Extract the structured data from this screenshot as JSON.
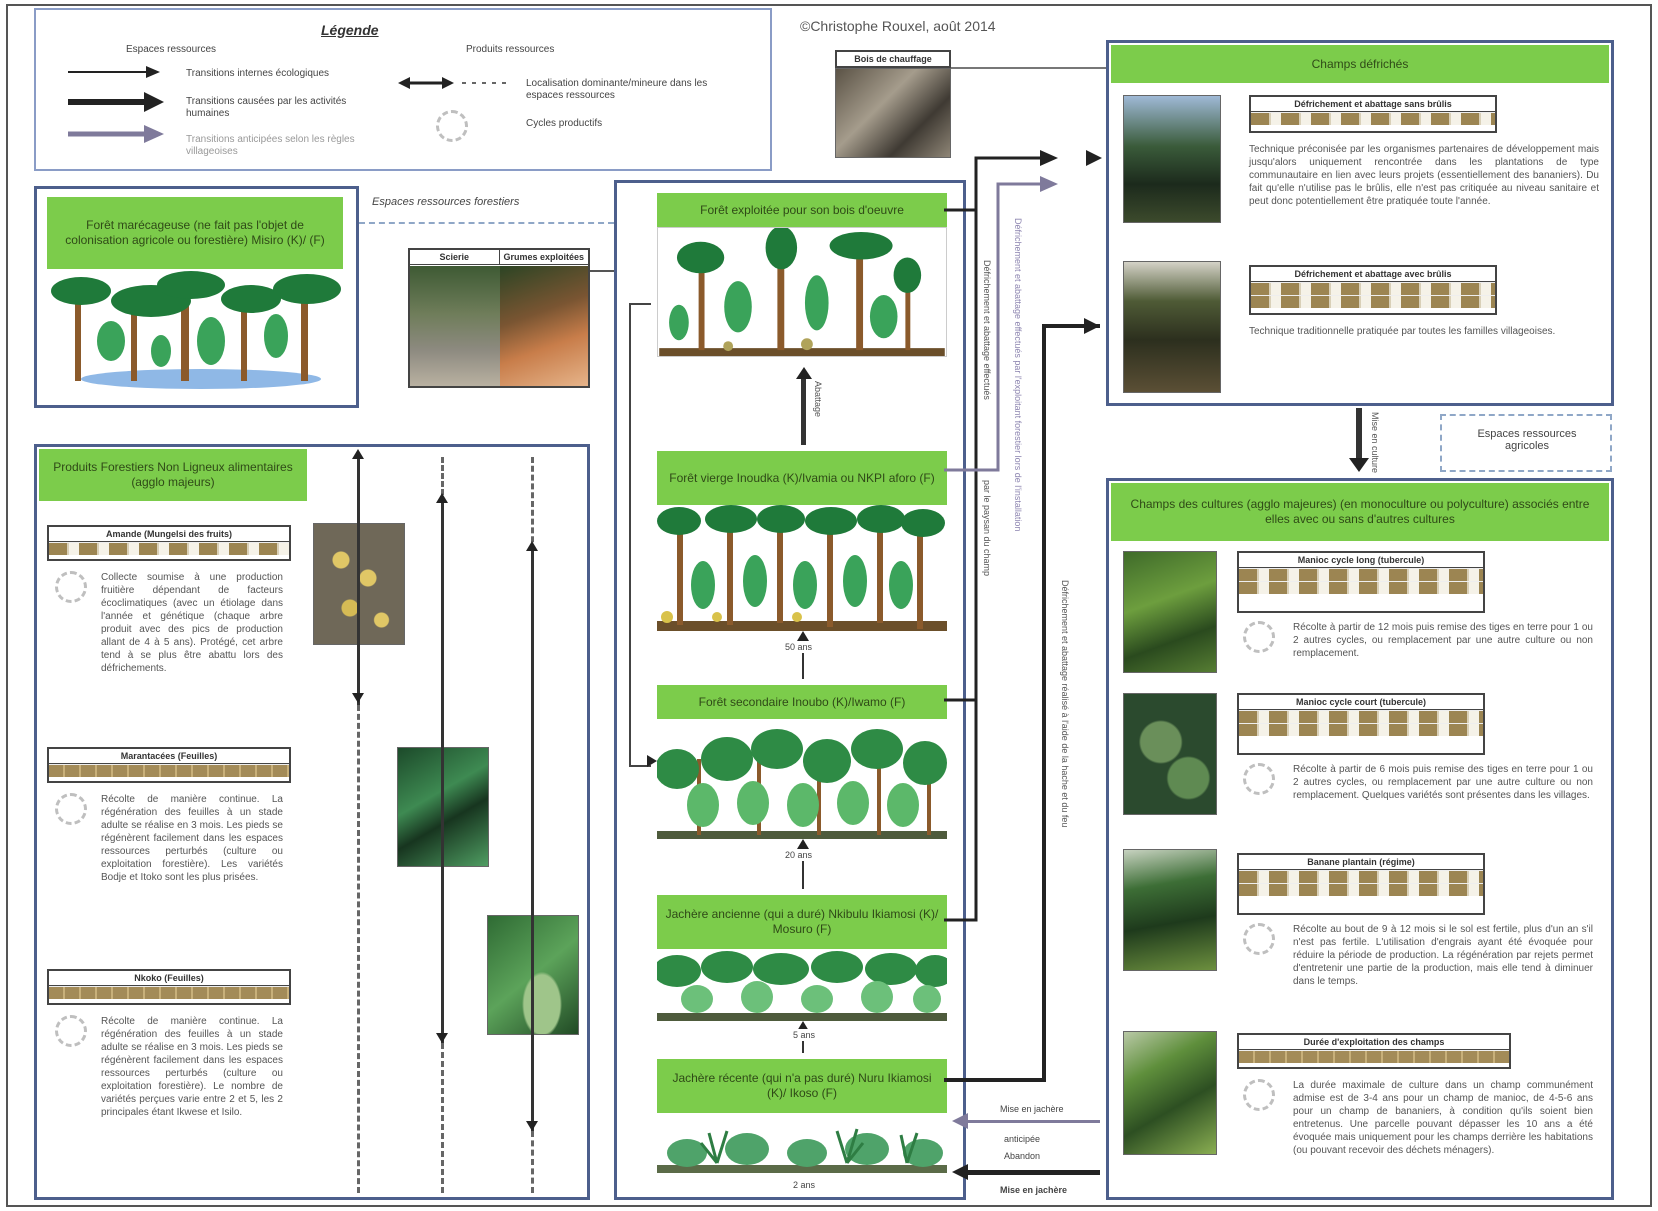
{
  "copyright": "©Christophe Rouxel, août 2014",
  "legend": {
    "title": "Légende",
    "col1_head": "Espaces ressources",
    "col2_head": "Produits ressources",
    "items": [
      "Transitions internes écologiques",
      "Transitions causées par les activités humaines",
      "Transitions anticipées selon les règles villageoises"
    ],
    "dashed_label": "Localisation dominante/mineure dans les espaces ressources",
    "cycle_label": "Cycles productifs"
  },
  "wood_label": "Bois de chauffage",
  "forest_left": {
    "title": "Forêt marécageuse (ne fait pas l'objet de colonisation agricole ou forestière) Misiro (K)/ (F)",
    "link_label": "Espaces ressources forestiers"
  },
  "exploit_photos": [
    "Scierie",
    "Grumes exploitées"
  ],
  "pfnl": {
    "title": "Produits Forestiers Non Ligneux alimentaires (agglo majeurs)",
    "items": [
      {
        "name": "Amande (Mungelsi des fruits)",
        "text": "Collecte soumise à une production fruitière dépendant de facteurs écoclimatiques (avec un étiolage dans l'année et génétique (chaque arbre produit avec des pics de production allant de 4 à 5 ans). Protégé, cet arbre tend à se plus être abattu lors des défrichements."
      },
      {
        "name": "Marantacées (Feuilles)",
        "text": "Récolte de manière continue. La régénération des feuilles à un stade adulte se réalise en 3 mois. Les pieds se régénèrent facilement dans les espaces ressources perturbés (culture ou exploitation forestière). Les variétés Bodje et Itoko sont les plus prisées."
      },
      {
        "name": "Nkoko (Feuilles)",
        "text": "Récolte de manière continue. La régénération des feuilles à un stade adulte se réalise en 3 mois. Les pieds se régénèrent facilement dans les espaces ressources perturbés (culture ou exploitation forestière). Le nombre de variétés perçues varie entre 2 et 5, les 2 principales étant Ikwese et Isilo."
      }
    ]
  },
  "succession": {
    "s1": "Forêt exploitée pour son bois d'oeuvre",
    "s2": "Forêt vierge Inoudka (K)/Ivamia ou NKPI aforo (F)",
    "s3": "Forêt secondaire Inoubo (K)/Iwamo (F)",
    "s4": "Jachère ancienne (qui a duré) Nkibulu Ikiamosi (K)/ Mosuro (F)",
    "s5": "Jachère récente (qui n'a pas duré) Nuru Ikiamosi (K)/ Ikoso (F)",
    "age1": "50 ans",
    "age2": "20 ans",
    "age3": "5 ans",
    "age4": "2 ans",
    "exploit": "Abattage"
  },
  "vertical_labels": [
    "Défrichement et abattage effectués par l'exploitant forestier lors de l'installation",
    "Défrichement et abattage effectués",
    "par le paysan du champ",
    "Défrichement et abattage réalisé à l'aide de la hache et du feu"
  ],
  "fallow": {
    "in": "Mise en jachère",
    "anticip": "anticipée",
    "aband": "Abandon",
    "out": "Mise en jachère"
  },
  "champs_def": {
    "title": "Champs défrichés",
    "t1_name": "Défrichement et abattage sans brûlis",
    "t1_text": "Technique préconisée par les organismes partenaires de développement mais jusqu'alors uniquement rencontrée dans les plantations de type communautaire en lien avec leurs projets (essentiellement des bananiers). Du fait qu'elle n'utilise pas le brûlis, elle n'est pas critiquée au niveau sanitaire et peut donc potentiellement être pratiquée toute l'année.",
    "t2_name": "Défrichement et abattage avec brûlis",
    "t2_text": "Technique traditionnelle pratiquée par toutes les familles villageoises.",
    "mise": "Mise en culture",
    "agri_label": "Espaces ressources agricoles"
  },
  "champs_cult": {
    "title": "Champs des cultures (agglo majeures) (en monoculture ou polyculture) associés entre elles avec ou sans d'autres cultures",
    "items": [
      {
        "name": "Manioc cycle long (tubercule)",
        "text": "Récolte à partir de 12 mois puis remise des tiges en terre pour 1 ou 2 autres cycles, ou remplacement par une autre culture ou non remplacement."
      },
      {
        "name": "Manioc cycle court (tubercule)",
        "text": "Récolte à partir de 6 mois puis remise des tiges en terre pour 1 ou 2 autres cycles, ou remplacement par une autre culture ou non remplacement. Quelques variétés sont présentes dans les villages."
      },
      {
        "name": "Banane plantain (régime)",
        "text": "Récolte au bout de 9 à 12 mois si le sol est fertile, plus d'un an s'il n'est pas fertile. L'utilisation d'engrais ayant été évoquée pour réduire la période de production. La régénération par rejets permet d'entretenir une partie de la production, mais elle tend à diminuer dans le temps."
      },
      {
        "name": "Durée d'exploitation des champs",
        "text": "La durée maximale de culture dans un champ communément admise est de 3-4 ans pour un champ de manioc, de 4-5-6 ans pour un champ de bananiers, à condition qu'ils soient bien entretenus. Une parcelle pouvant dépasser les 10 ans a été évoquée mais uniquement pour les champs derrière les habitations (ou pouvant recevoir des déchets ménagers)."
      }
    ]
  }
}
